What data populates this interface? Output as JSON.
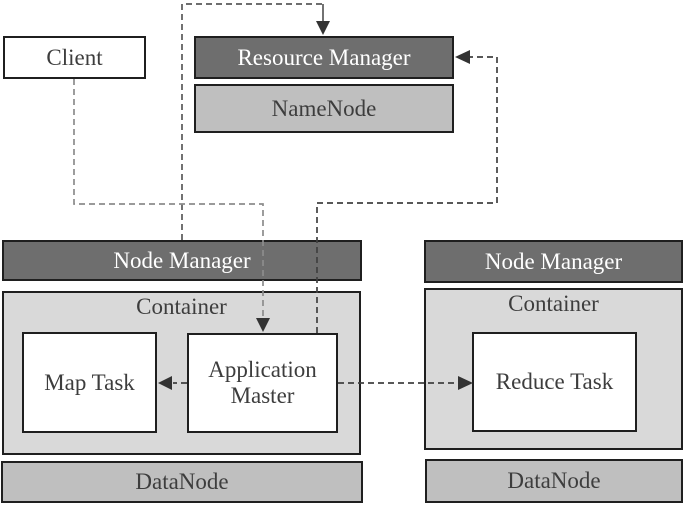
{
  "boxes": {
    "client": "Client",
    "resource_manager": "Resource Manager",
    "namenode": "NameNode",
    "left_node": {
      "node_manager": "Node Manager",
      "container": "Container",
      "map_task": "Map Task",
      "application_master": "Application Master",
      "datanode": "DataNode"
    },
    "right_node": {
      "node_manager": "Node Manager",
      "container": "Container",
      "reduce_task": "Reduce Task",
      "datanode": "DataNode"
    }
  },
  "edges": [
    {
      "from": "node-manager-left",
      "to": "resource-manager",
      "style": "dashed",
      "arrowhead_at": "resource-manager-top"
    },
    {
      "from": "application-master",
      "to": "resource-manager",
      "style": "dashed",
      "arrowhead_at": "resource-manager-right"
    },
    {
      "from": "client",
      "to": "application-master",
      "style": "dashed",
      "arrowhead_at": "application-master-top"
    },
    {
      "from": "application-master",
      "to": "map-task",
      "style": "dashed",
      "arrowhead_at": "map-task-right"
    },
    {
      "from": "application-master",
      "to": "reduce-task",
      "style": "dashed",
      "arrowhead_at": "reduce-task-left"
    }
  ],
  "colors": {
    "band_dark": "#6e6e6e",
    "band_text": "#ffffff",
    "gray_medium": "#bfbfbf",
    "gray_light": "#d9d9d9",
    "box_white": "#ffffff",
    "border": "#1f1f1f",
    "text_dark": "#3d3d3d",
    "line_client": "#8c8c8c",
    "line_am_rm": "#404040",
    "line_nm_rm": "#595959",
    "arrow": "#333333"
  }
}
